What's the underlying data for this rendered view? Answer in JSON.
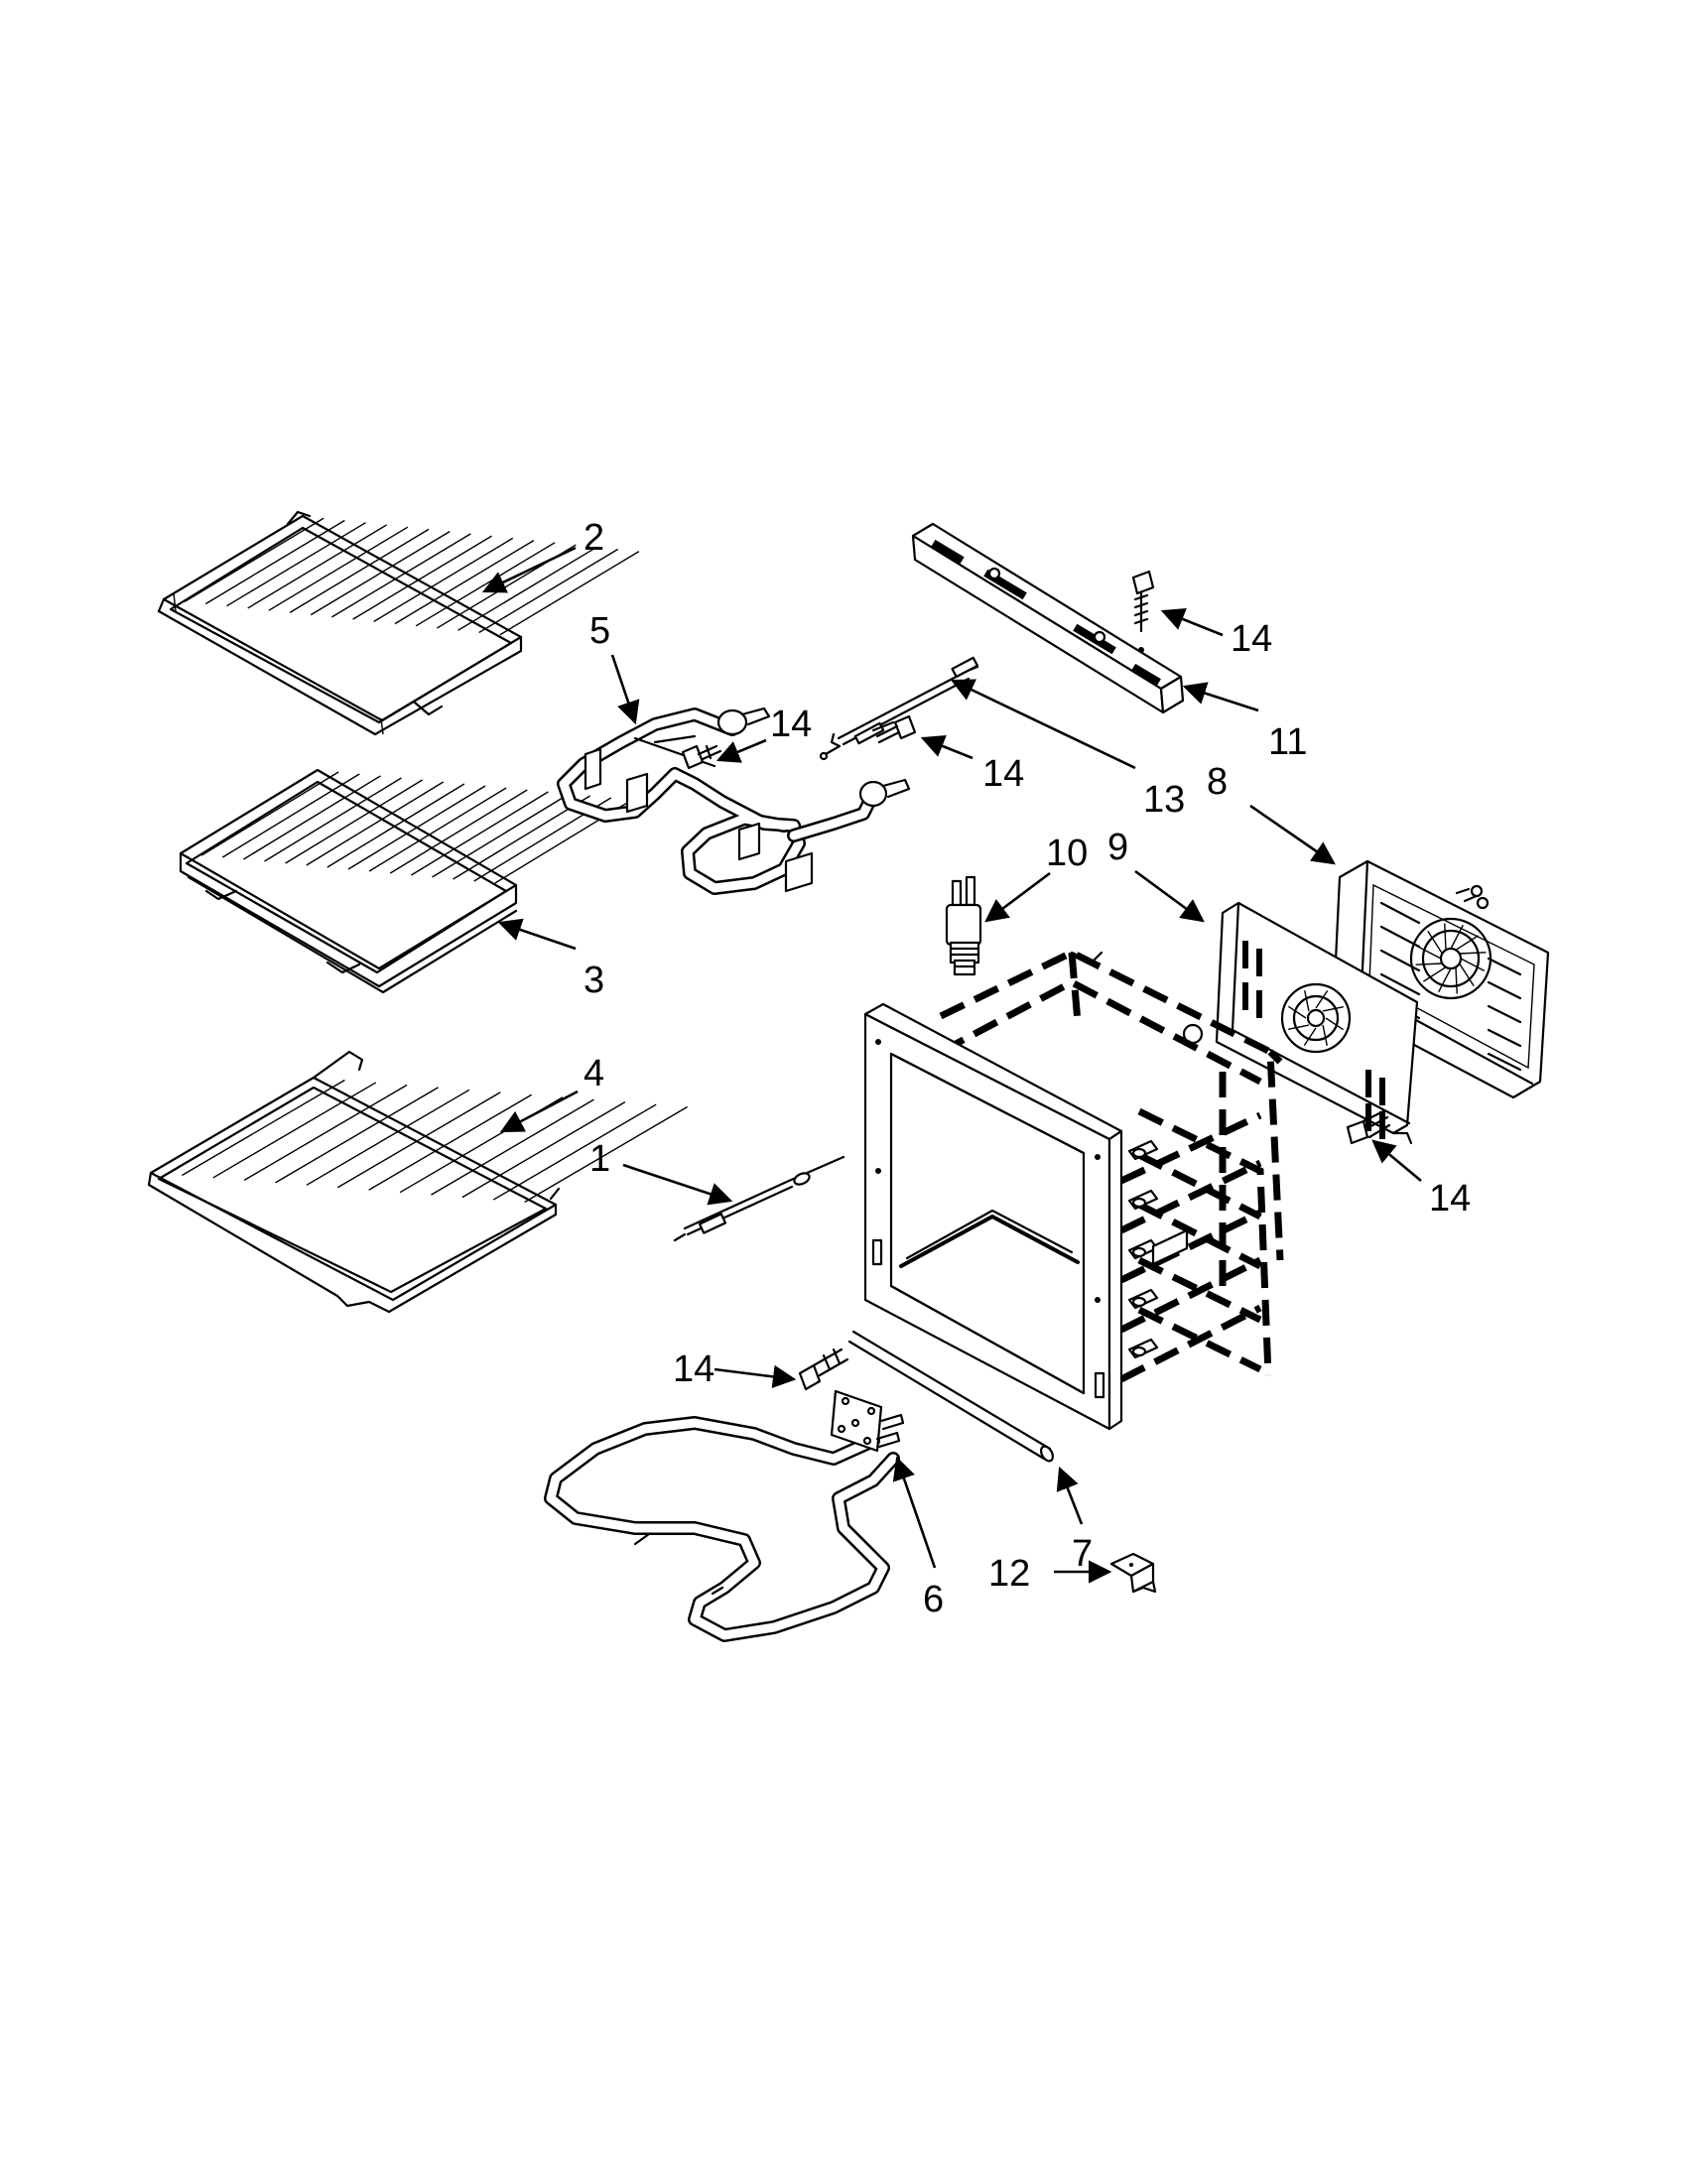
{
  "callouts": [
    {
      "id": "c2",
      "text": "2"
    },
    {
      "id": "c3",
      "text": "3"
    },
    {
      "id": "c4",
      "text": "4"
    },
    {
      "id": "c5",
      "text": "5"
    },
    {
      "id": "c14a",
      "text": "14"
    },
    {
      "id": "c14b",
      "text": "14"
    },
    {
      "id": "c11",
      "text": "11"
    },
    {
      "id": "c13",
      "text": "13"
    },
    {
      "id": "c8",
      "text": "8"
    },
    {
      "id": "c9",
      "text": "9"
    },
    {
      "id": "c10",
      "text": "10"
    },
    {
      "id": "c14c",
      "text": "14"
    },
    {
      "id": "c1",
      "text": "1"
    },
    {
      "id": "c14d",
      "text": "14"
    },
    {
      "id": "c14e",
      "text": "14"
    },
    {
      "id": "c7",
      "text": "7"
    },
    {
      "id": "c12",
      "text": "12"
    },
    {
      "id": "c6",
      "text": "6"
    }
  ]
}
